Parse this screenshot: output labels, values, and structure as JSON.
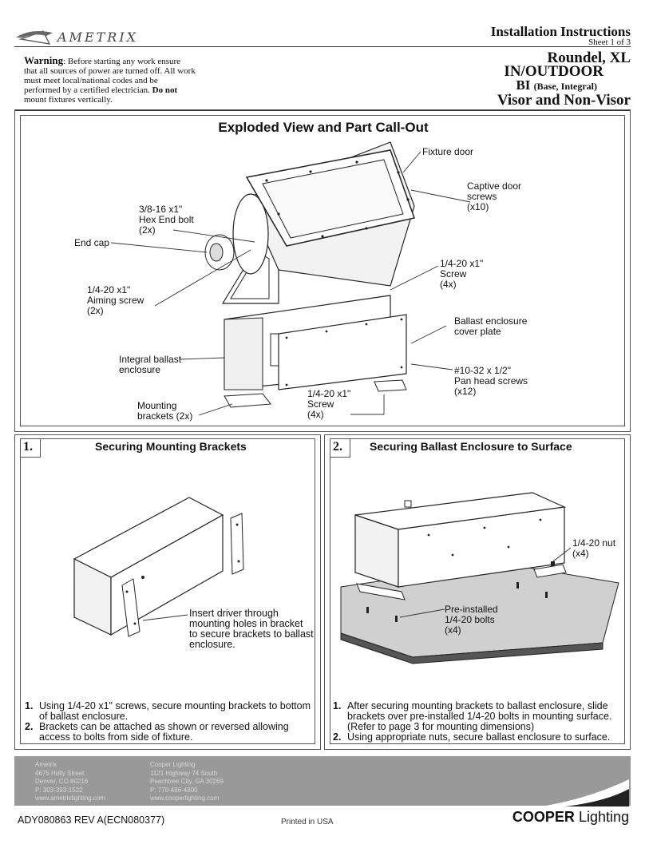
{
  "header": {
    "brand": "AMETRIX",
    "doc_title": "Installation Instructions",
    "sheet": "Sheet 1 of 3",
    "warning_label": "Warning",
    "warning_text": ": Before starting any work ensure that all sources of power are turned off.  All work must meet local/national codes and be performed by a certified electrician. ",
    "warning_bold": "Do not",
    "warning_tail": " mount fixtures vertically.",
    "product_line1": "Roundel, XL",
    "product_line2": "IN/OUTDOOR",
    "product_line3_a": "BI ",
    "product_line3_b": "(Base, Integral)",
    "product_line4": "Visor and Non-Visor"
  },
  "exploded": {
    "title": "Exploded View and Part Call-Out",
    "labels": {
      "fixture_door": "Fixture door",
      "captive_screws": "Captive door\nscrews\n(x10)",
      "hex_bolt": "3/8-16 x1\"\nHex End bolt\n(2x)",
      "end_cap": "End cap",
      "screw_top": "1/4-20 x1\"\nScrew\n(4x)",
      "aiming_screw": "1/4-20 x1\"\nAiming screw\n(2x)",
      "cover_plate": "Ballast enclosure\ncover plate",
      "ballast_enclosure": "Integral ballast\nenclosure",
      "pan_head": "#10-32 x 1/2\"\nPan head screws\n(x12)",
      "mounting_brackets": "Mounting\nbrackets (2x)",
      "screw_bottom": "1/4-20 x1\"\nScrew\n(4x)"
    }
  },
  "step1": {
    "num": "1.",
    "title": "Securing Mounting Brackets",
    "callout": "Insert driver through\nmounting holes in bracket\nto secure brackets to ballast\nenclosure.",
    "items": [
      {
        "n": "1.",
        "text": "Using 1/4-20 x1\" screws, secure mounting brackets to bottom of ballast enclosure."
      },
      {
        "n": "2.",
        "text": "Brackets can be attached as shown or reversed allowing access to bolts from side of fixture."
      }
    ]
  },
  "step2": {
    "num": "2.",
    "title": "Securing Ballast Enclosure to Surface",
    "nut": "1/4-20 nut\n(x4)",
    "bolts": "Pre-installed\n1/4-20 bolts\n(x4)",
    "items": [
      {
        "n": "1.",
        "text": "After securing mounting brackets to ballast enclosure, slide brackets over pre-installed 1/4-20 bolts in mounting surface.(Refer to page 3 for mounting dimensions)"
      },
      {
        "n": "2.",
        "text": "Using appropriate nuts, secure ballast enclosure to surface."
      }
    ]
  },
  "footer": {
    "addr1": "Ametrix\n4675 Holly Street\nDenver, CO 80216\nP: 303-393-1522\nwww.ametrixlighting.com",
    "addr2": "Cooper Lighting\n1121 Highway 74 South\nPeachtree City, GA 30269\nP: 770-486-4800\nwww.cooperlighting.com",
    "doc_number": "ADY080863 REV A(ECN080377)",
    "printed": "Printed in USA",
    "cooper_bold": "COOPER",
    "cooper_rest": " Lighting"
  }
}
